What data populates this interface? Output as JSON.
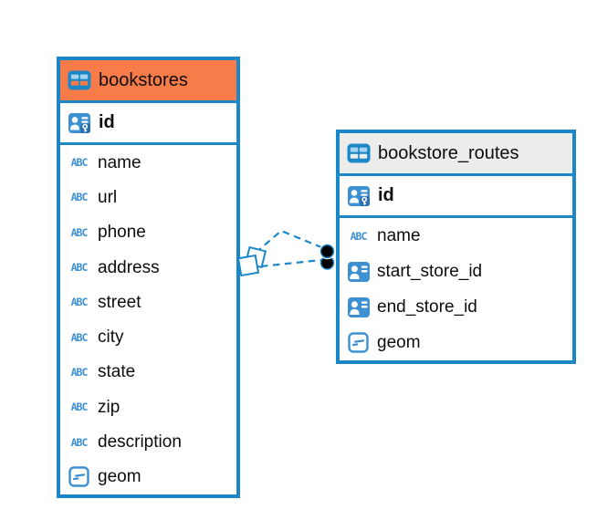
{
  "diagram": {
    "tables": [
      {
        "title": "bookstores",
        "header_style": "orange",
        "primary_key": {
          "name": "id",
          "type": "primary-key"
        },
        "fields": [
          {
            "name": "name",
            "type": "text"
          },
          {
            "name": "url",
            "type": "text"
          },
          {
            "name": "phone",
            "type": "text"
          },
          {
            "name": "address",
            "type": "text"
          },
          {
            "name": "street",
            "type": "text"
          },
          {
            "name": "city",
            "type": "text"
          },
          {
            "name": "state",
            "type": "text"
          },
          {
            "name": "zip",
            "type": "text"
          },
          {
            "name": "description",
            "type": "text"
          },
          {
            "name": "geom",
            "type": "geometry"
          }
        ]
      },
      {
        "title": "bookstore_routes",
        "header_style": "gray",
        "primary_key": {
          "name": "id",
          "type": "primary-key"
        },
        "fields": [
          {
            "name": "name",
            "type": "text"
          },
          {
            "name": "start_store_id",
            "type": "reference"
          },
          {
            "name": "end_store_id",
            "type": "reference"
          },
          {
            "name": "geom",
            "type": "geometry"
          }
        ]
      }
    ],
    "relationships": [
      {
        "from_table": "bookstores",
        "to_table": "bookstore_routes",
        "line_style": "dashed",
        "line_count": 2,
        "from_marker": "double-diamond",
        "to_marker": "double-black-dot"
      }
    ],
    "colors": {
      "accent_blue": "#1b87c7",
      "orange_header": "#f87b4a",
      "gray_header": "#ececec",
      "icon_blue": "#3d90d1",
      "icon_cell_light": "#a9d2ee",
      "text": "#0d0d0d",
      "dot_black": "#000000",
      "canvas_bg": "#ffffff"
    }
  }
}
